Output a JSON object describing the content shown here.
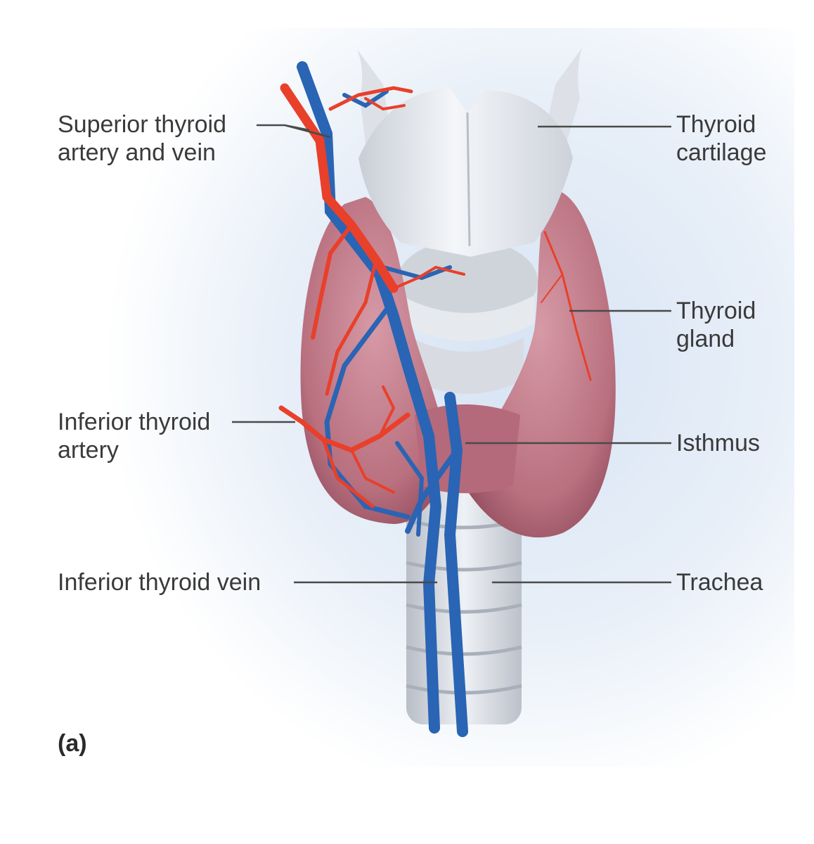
{
  "labels": {
    "superior_thyroid": {
      "line1": "Superior thyroid",
      "line2": "artery and vein"
    },
    "thyroid_cartilage": {
      "line1": "Thyroid",
      "line2": "cartilage"
    },
    "thyroid_gland": {
      "line1": "Thyroid",
      "line2": "gland"
    },
    "inferior_thyroid_artery": {
      "line1": "Inferior thyroid",
      "line2": "artery"
    },
    "isthmus": "Isthmus",
    "inferior_thyroid_vein": "Inferior thyroid vein",
    "trachea": "Trachea"
  },
  "panel_letter": "(a)",
  "colors": {
    "artery": "#e8402a",
    "vein": "#2a64b4",
    "gland": "#b8707e",
    "cartilage": "#e4e8ee",
    "leader": "#4a4a4a",
    "background_glow": "#dde8f5"
  }
}
